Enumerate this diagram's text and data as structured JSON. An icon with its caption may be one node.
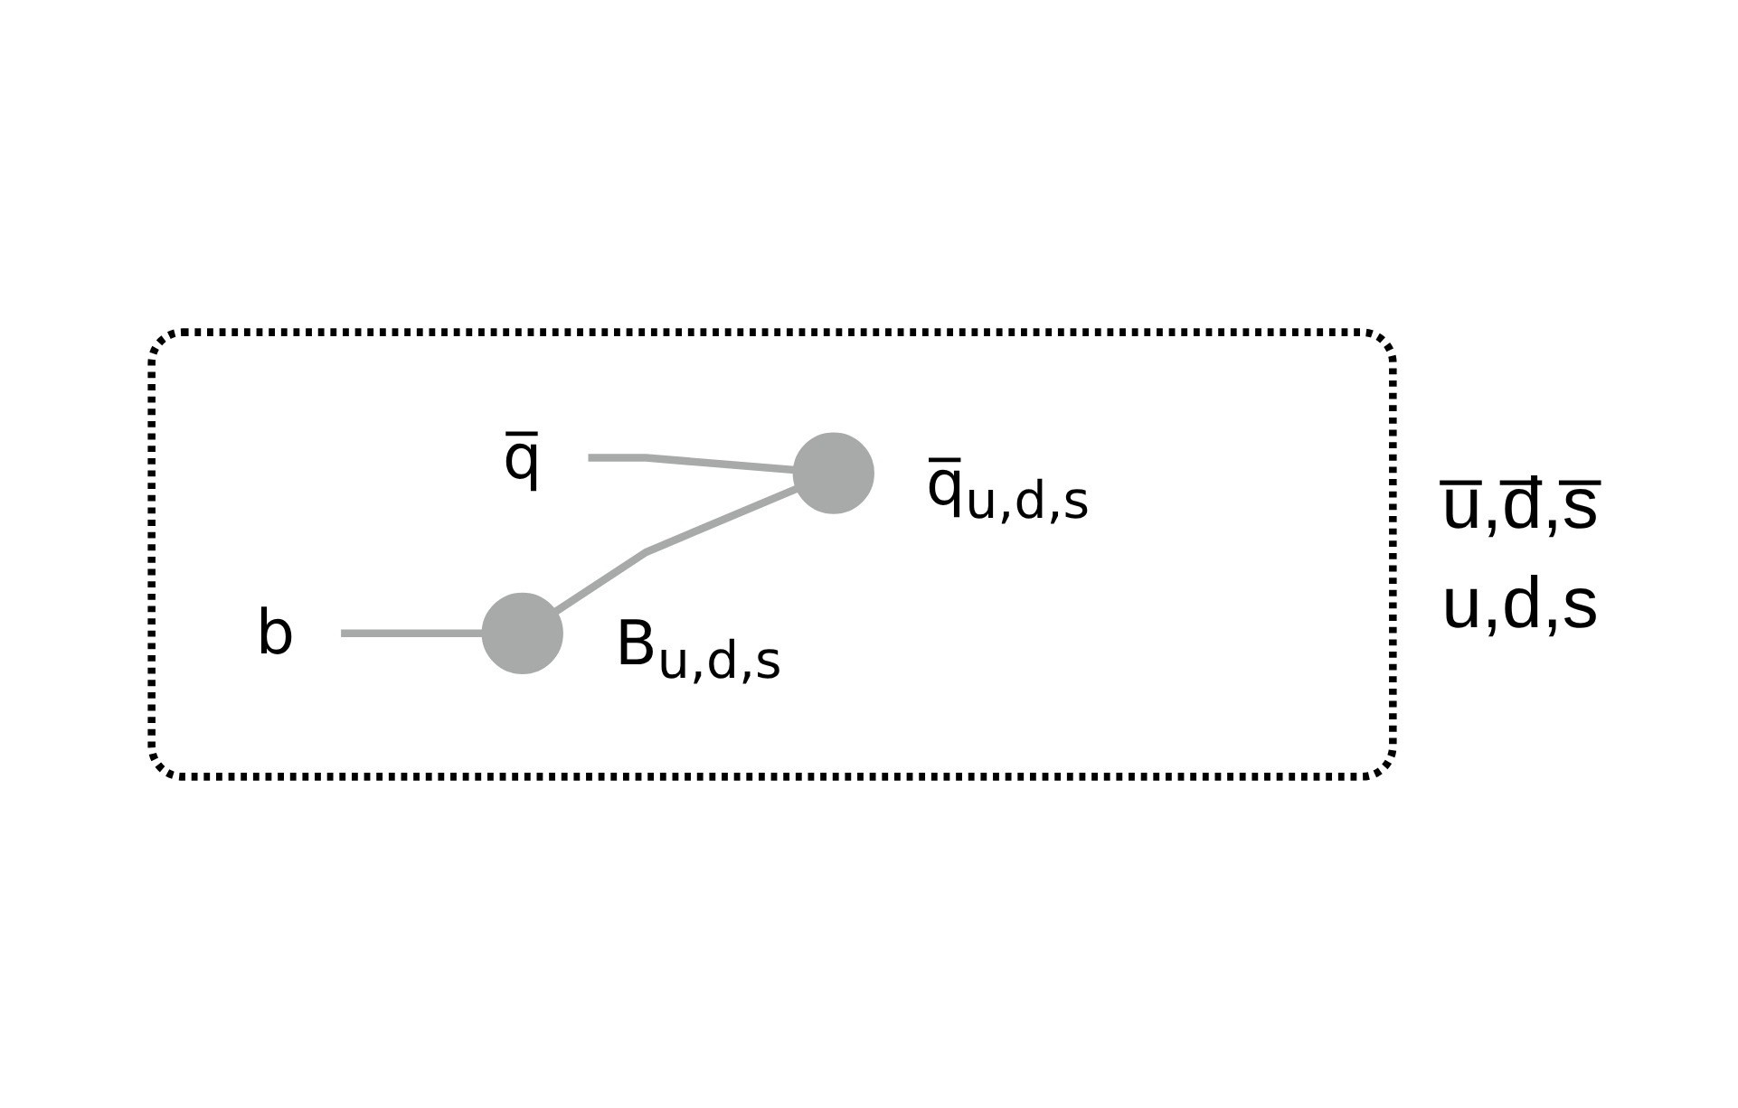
{
  "diagram": {
    "nodes": [
      {
        "text": [],
        "shape": "box"
      },
      {
        "text": [],
        "shape": "circle",
        "in": 0,
        "beside": [
          "B$_{u,d,s}$"
        ]
      },
      {
        "text": [
          "b"
        ],
        "in": 0
      },
      {
        "text": [],
        "shape": "circle",
        "in": 0,
        "beside": [
          "q̅$_{u,d,s}$"
        ]
      },
      {
        "text": [
          "q̅"
        ],
        "in": 0
      }
    ],
    "edges": [
      {
        "from": 2,
        "to": 1,
        "arrow": "none"
      },
      {
        "from": 1,
        "to": 3,
        "arrow": "none"
      },
      {
        "from": 4,
        "to": 3,
        "arrow": "none"
      }
    ],
    "labels": [
      "u̅,d̅,s̅",
      "u,d,s"
    ]
  }
}
